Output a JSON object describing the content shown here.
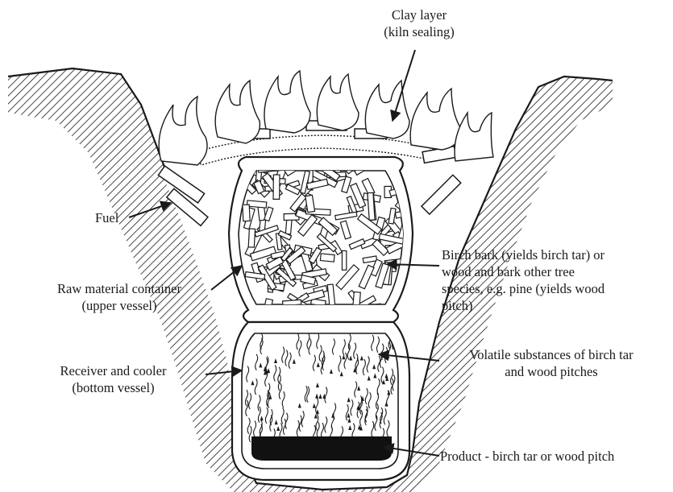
{
  "diagram": {
    "labels": {
      "clay": {
        "line1": "Clay layer",
        "line2": "(kiln sealing)"
      },
      "fuel": {
        "line1": "Fuel"
      },
      "raw": {
        "line1": "Raw material container",
        "line2": "(upper vessel)"
      },
      "receiver": {
        "line1": "Receiver and cooler",
        "line2": "(bottom vessel)"
      },
      "birch": {
        "line1": "Birch bark (yields birch tar) or",
        "line2": "wood and bark other tree",
        "line3": "species, e.g. pine (yields wood",
        "line4": "pitch)"
      },
      "volatile": {
        "line1": "Volatile substances of birch tar",
        "line2": "and wood pitches"
      },
      "product": {
        "line1": "Product - birch tar or wood pitch"
      }
    },
    "colors": {
      "ink": "#1a1a1a",
      "tar": "#111111",
      "paper": "#ffffff"
    }
  }
}
